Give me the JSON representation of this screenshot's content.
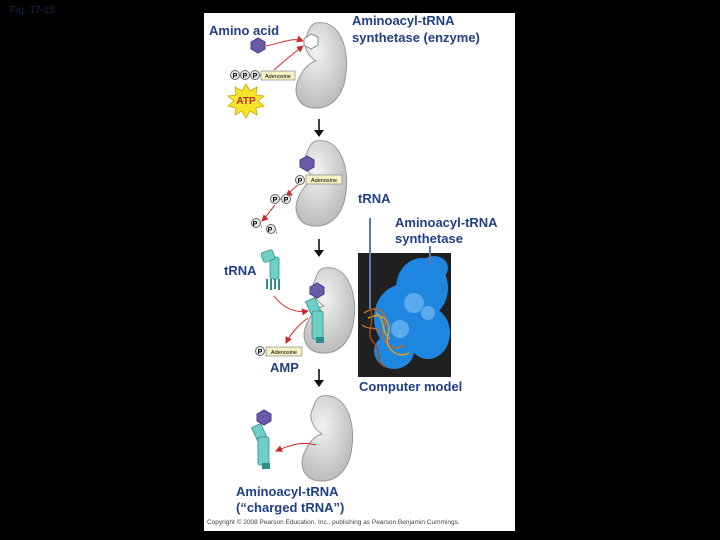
{
  "figure_label": "Fig. 17-15",
  "labels": {
    "amino_acid": "Amino acid",
    "enzyme_line1": "Aminoacyl-tRNA",
    "enzyme_line2": "synthetase (enzyme)",
    "trna_left": "tRNA",
    "amp": "AMP",
    "charged_line1": "Aminoacyl-tRNA",
    "charged_line2": "(“charged tRNA”)",
    "trna_model": "tRNA",
    "synthetase_line1": "Aminoacyl-tRNA",
    "synthetase_line2": "synthetase",
    "computer_model": "Computer model"
  },
  "molecules": {
    "phosphate": "P",
    "adenosine": "Adenosine",
    "atp": "ATP",
    "pi": "P",
    "pi_subscript": "i"
  },
  "copyright": "Copyright © 2008 Pearson Education, Inc., publishing as Pearson Benjamin Cummings.",
  "colors": {
    "label_blue": "#1f3f86",
    "enzyme_gray": "#d7d7d7",
    "amino_acid_purple": "#6a5aa8",
    "trna_teal": "#6fcfc6",
    "atp_yellow": "#f5e52a",
    "arrow_red": "#cc2a2a",
    "model_blue": "#1f8ff0"
  }
}
